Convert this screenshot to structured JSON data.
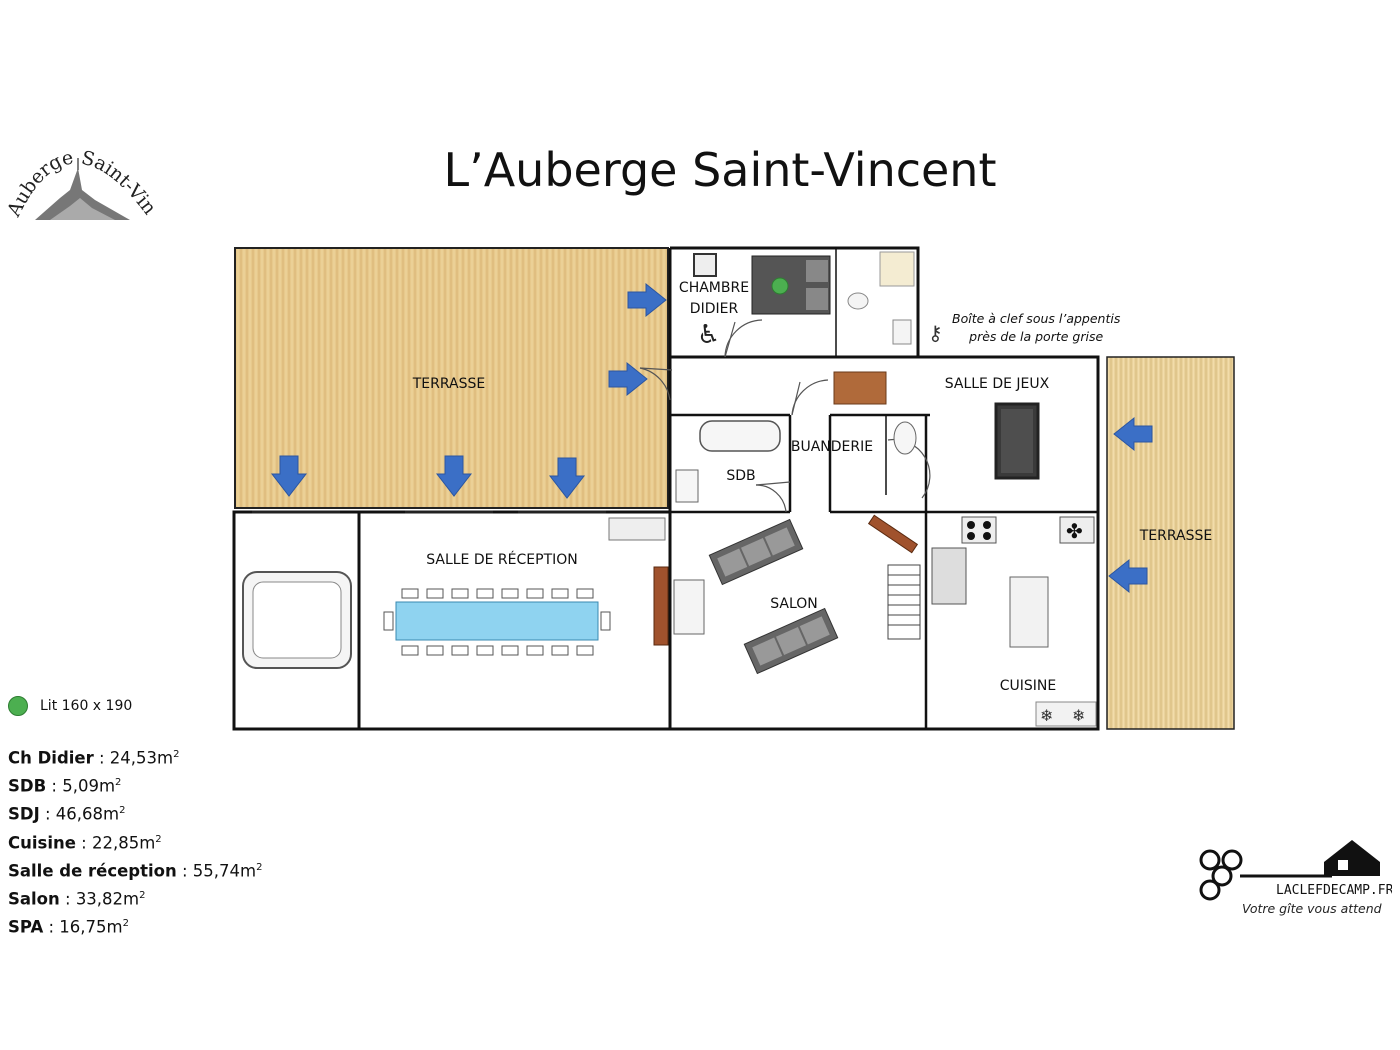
{
  "title": "L’Auberge Saint-Vincent",
  "logo_text": "Auberge Saint-Vincent",
  "rooms": {
    "chambre": "CHAMBRE",
    "didier": "DIDIER",
    "terrasse_left": "TERRASSE",
    "terrasse_right": "TERRASSE",
    "salle_de_jeux": "SALLE DE JEUX",
    "buanderie": "BUANDERIE",
    "sdb": "SDB",
    "salle_de_reception": "SALLE DE RÉCEPTION",
    "salon": "SALON",
    "cuisine": "CUISINE"
  },
  "key_note": {
    "line1": "Boîte à clef sous l’appentis",
    "line2": "près de la porte grise"
  },
  "legend": {
    "label": "Lit 160 x 190",
    "color": "#4caf50"
  },
  "areas": [
    {
      "name": "Ch Didier",
      "value": " : 24,53m",
      "sup": "2"
    },
    {
      "name": "SDB",
      "value": " : 5,09m",
      "sup": "2"
    },
    {
      "name": "SDJ",
      "value": " : 46,68m",
      "sup": "2"
    },
    {
      "name": "Cuisine",
      "value": " : 22,85m",
      "sup": "2"
    },
    {
      "name": "Salle de réception",
      "value": " : 55,74m",
      "sup": "2"
    },
    {
      "name": "Salon",
      "value": " : 33,82m",
      "sup": "2"
    },
    {
      "name": "SPA",
      "value": " : 16,75m",
      "sup": "2"
    }
  ],
  "brand": {
    "name": "LACLEFDECAMP.FR",
    "tagline": "Votre gîte vous attend"
  },
  "colors": {
    "wood": "#e8c98a",
    "arrow": "#3b6fc6",
    "water": "#8fd3f0",
    "wall": "#111111"
  }
}
